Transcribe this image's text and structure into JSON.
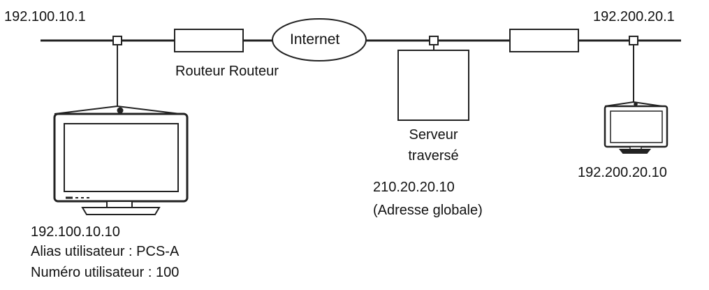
{
  "colors": {
    "stroke": "#222222",
    "background": "#ffffff",
    "screen": "#ffffff",
    "bezel": "#ffffff"
  },
  "network": {
    "internet_label": "Internet",
    "router_labels": "Routeur Routeur"
  },
  "left_site": {
    "gateway_ip": "192.100.10.1",
    "terminal_ip": "192.100.10.10",
    "alias_line": "Alias utilisateur : PCS-A",
    "number_line": "Numéro utilisateur : 100"
  },
  "server": {
    "name_line1": "Serveur",
    "name_line2": "traversé",
    "ip": "210.20.20.10",
    "address_type": "(Adresse globale)"
  },
  "right_site": {
    "gateway_ip": "192.200.20.1",
    "terminal_ip": "192.200.20.10"
  },
  "icons": {
    "large_terminal": "monitor-icon",
    "small_terminal": "monitor-icon",
    "router": "router-box-icon",
    "server": "server-box-icon",
    "cloud": "internet-cloud-icon"
  }
}
